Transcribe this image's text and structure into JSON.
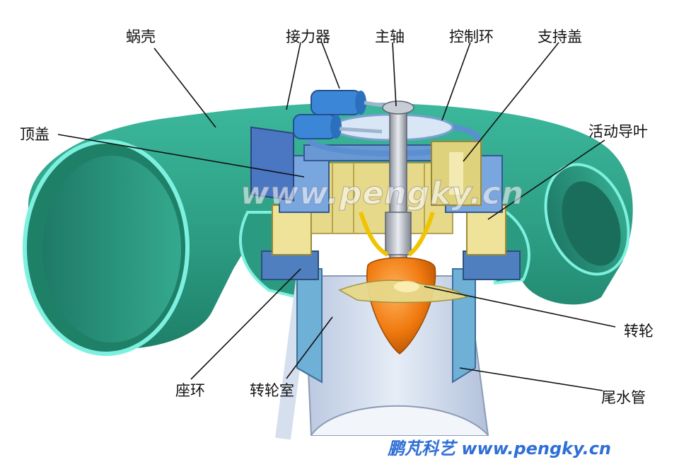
{
  "labels": {
    "volute": "蜗壳",
    "servomotor": "接力器",
    "main_shaft": "主轴",
    "control_ring": "控制环",
    "support_cover": "支持盖",
    "head_cover": "顶盖",
    "guide_vane": "活动导叶",
    "runner": "转轮",
    "stay_ring": "座环",
    "runner_chamber": "转轮室",
    "draft_tube": "尾水管"
  },
  "watermark": {
    "center": "www.pengky.cn",
    "bottom": "鹏芃科艺 www.pengky.cn"
  },
  "colors": {
    "volute": "#2fa58a",
    "volute_rim": "#7ef0df",
    "steel_blue": "#5d8fd8",
    "draft_tube": "#c9d6ea",
    "guide_vane": "#e8dc8c",
    "runner": "#f07a10",
    "watermark_blue": "#2f6fd6"
  }
}
